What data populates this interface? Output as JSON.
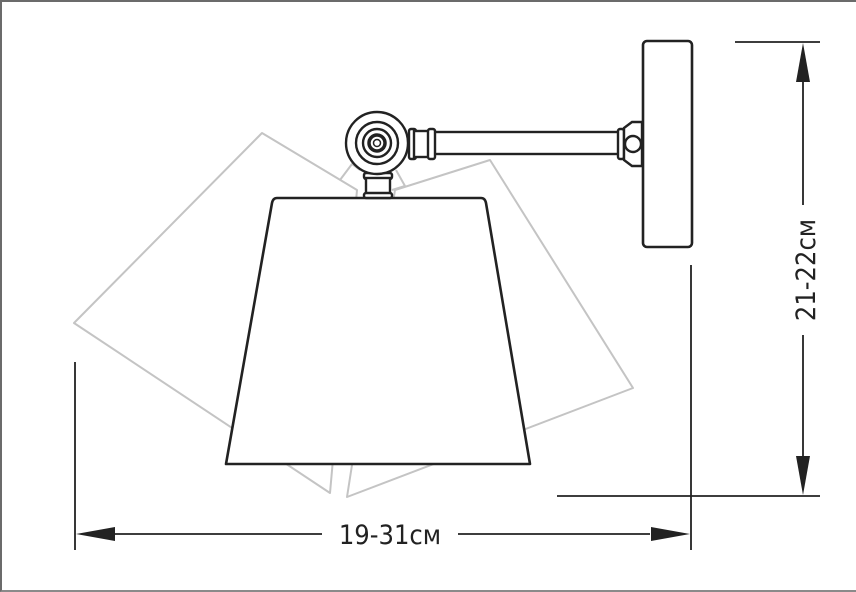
{
  "diagram": {
    "subject": "wall lamp with adjustable shade",
    "dimensions": {
      "width_label": "19-31см",
      "height_label": "21-22см"
    },
    "colors": {
      "line": "#222222",
      "ghost_line": "#c4c4c4",
      "frame": "#6b6b6b",
      "background": "#ffffff"
    },
    "parts": [
      "wall-plate",
      "arm",
      "swivel-joint",
      "stem",
      "shade",
      "ghost-shade-left",
      "ghost-shade-right"
    ]
  }
}
